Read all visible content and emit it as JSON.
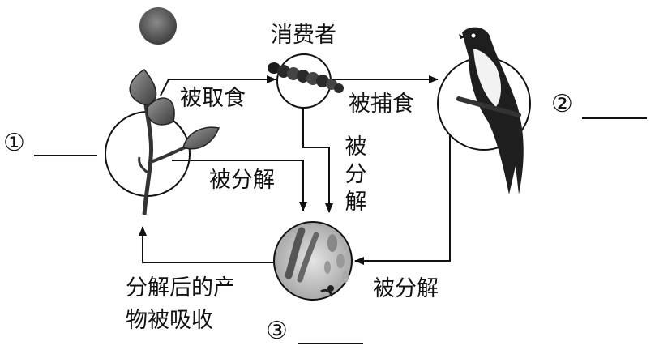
{
  "labels": {
    "consumer": "消费者",
    "eaten": "被取食",
    "preyed": "被捕食",
    "decomposed_plant": "被分解",
    "decomposed_worm": "被分解",
    "decomposed_bird": "被分解",
    "absorbed_line1": "分解后的产",
    "absorbed_line2": "物被吸收"
  },
  "blanks": {
    "one": "①",
    "two": "②",
    "three": "③"
  }
}
